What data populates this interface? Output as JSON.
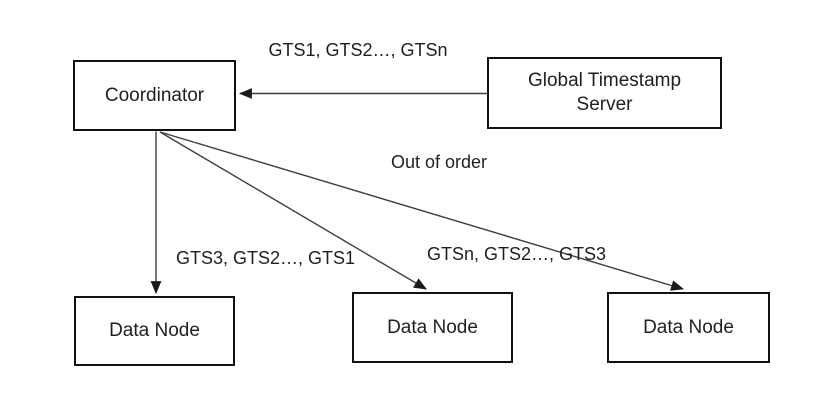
{
  "colors": {
    "background": "#ffffff",
    "box_border": "#111111",
    "text": "#1f1f1f",
    "line": "#3f3f3f"
  },
  "nodes": {
    "coordinator": {
      "label": "Coordinator"
    },
    "gts_server": {
      "label": "Global Timestamp Server"
    },
    "data_node_1": {
      "label": "Data Node"
    },
    "data_node_2": {
      "label": "Data Node"
    },
    "data_node_3": {
      "label": "Data Node"
    }
  },
  "edge_labels": {
    "gts_in": "GTS1, GTS2…, GTSn",
    "out_of_order": "Out of order",
    "to_data_node_1": "GTS3, GTS2…, GTS1",
    "to_data_node_3": "GTSn, GTS2…, GTS3"
  }
}
